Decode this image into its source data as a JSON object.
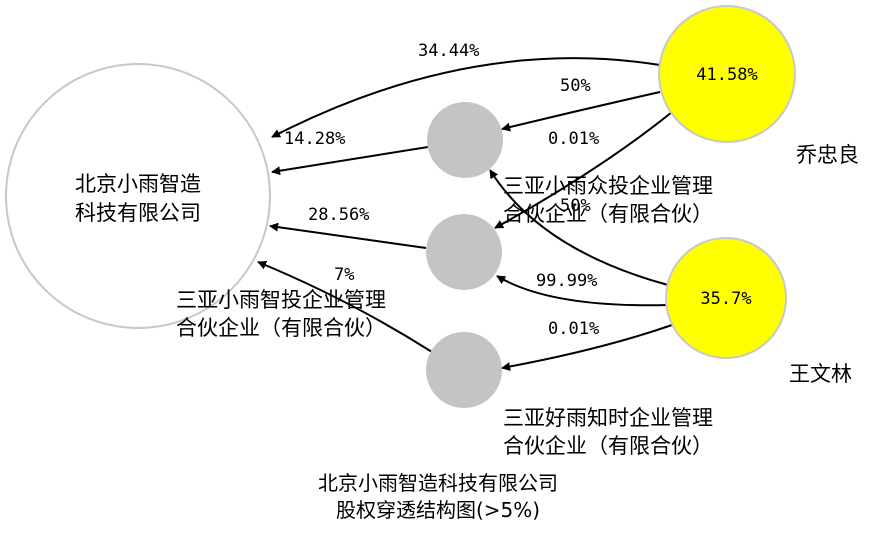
{
  "nodes": {
    "target": {
      "line1": "北京小雨智造",
      "line2": "科技有限公司"
    },
    "zhongtou": {
      "line1": "三亚小雨众投企业管理",
      "line2": "合伙企业（有限合伙）"
    },
    "zhitou": {
      "line1": "三亚小雨智投企业管理",
      "line2": "合伙企业（有限合伙）"
    },
    "haoyu": {
      "line1": "三亚好雨知时企业管理",
      "line2": "合伙企业（有限合伙）"
    },
    "qiao": {
      "name": "乔忠良",
      "share": "41.58%",
      "color": "#ffff00"
    },
    "wang": {
      "name": "王文林",
      "share": "35.7%",
      "color": "#ffff00"
    }
  },
  "edges": {
    "qiao_target": "34.44%",
    "qiao_zhongtou": "50%",
    "qiao_zhitou": "0.01%",
    "zhongtou_target": "14.28%",
    "wang_zhongtou": "50%",
    "zhitou_target": "28.56%",
    "wang_zhitou": "99.99%",
    "haoyu_target": "7%",
    "wang_haoyu": "0.01%"
  },
  "caption": {
    "line1": "北京小雨智造科技有限公司",
    "line2": "股权穿透结构图(>5%)"
  }
}
